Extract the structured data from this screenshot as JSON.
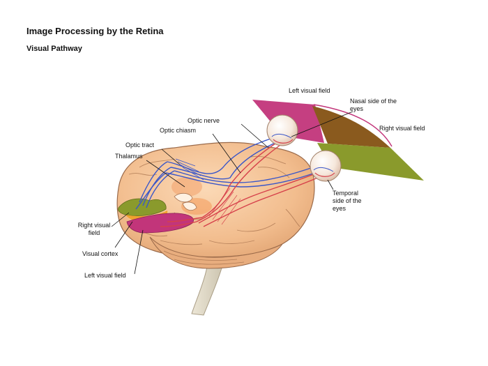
{
  "header": {
    "title": "Image Processing by the Retina",
    "subtitle": "Visual Pathway"
  },
  "labels": {
    "left_visual_field_top": "Left visual field",
    "nasal_side": "Nasal side of the eyes",
    "right_visual_field_side": "Right visual field",
    "optic_nerve": "Optic nerve",
    "optic_chiasm": "Optic chiasm",
    "optic_tract": "Optic tract",
    "thalamus": "Thalamus",
    "temporal_side": "Temporal side of the eyes",
    "right_visual_field_cortex": "Right visual field",
    "visual_cortex": "Visual cortex",
    "left_visual_field_cortex": "Left visual field"
  },
  "colors": {
    "left_field": "#c2357a",
    "right_field": "#8a9a2c",
    "overlap": "#8a5a1e",
    "brain": "#f4c49a",
    "brain_outline": "#9a6a4a",
    "nerve_blue": "#3a56c8",
    "nerve_red": "#d6404a"
  }
}
